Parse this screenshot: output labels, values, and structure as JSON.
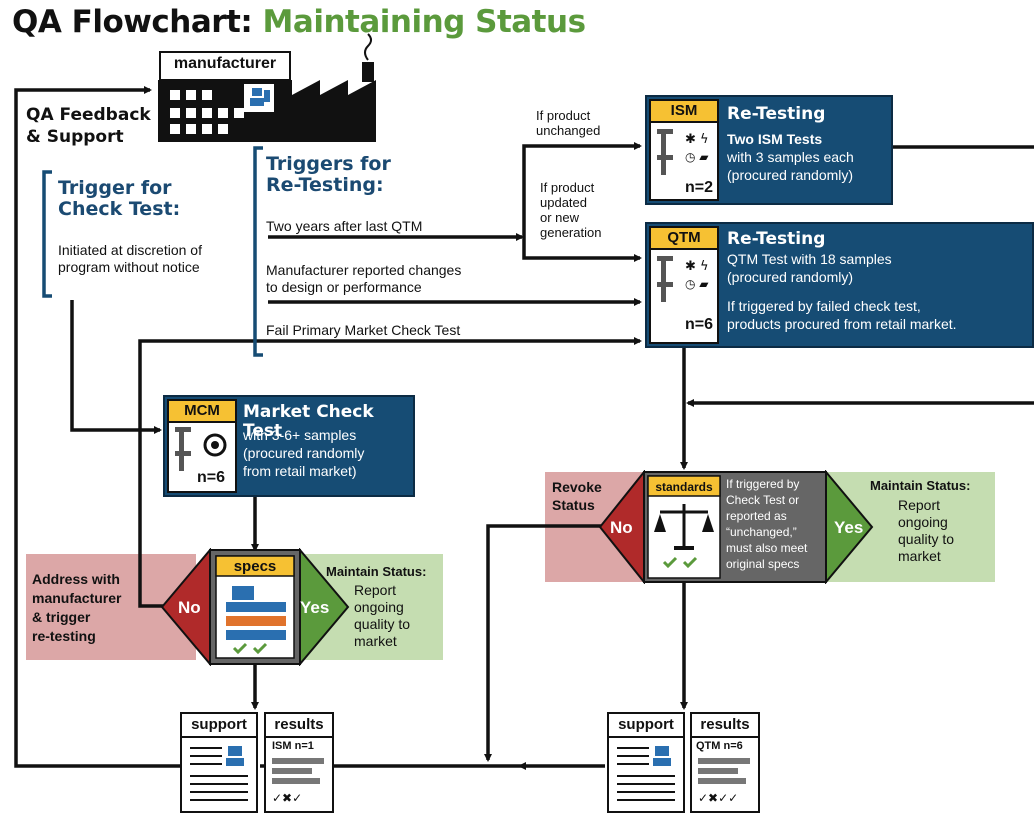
{
  "title": {
    "part1": "QA Flowchart:",
    "part2": "Maintaining Status"
  },
  "manufacturer": {
    "label": "manufacturer"
  },
  "feedback": {
    "line1": "QA Feedback",
    "line2": "& Support"
  },
  "trigger_check": {
    "title_line1": "Trigger for",
    "title_line2": "Check Test:",
    "desc_line1": "Initiated at discretion of",
    "desc_line2": "program without notice"
  },
  "triggers_retest": {
    "title_line1": "Triggers for",
    "title_line2": "Re-Testing:",
    "item1": "Two years after last QTM",
    "item2_line1": "Manufacturer reported changes",
    "item2_line2": "to design or performance",
    "item3": "Fail Primary Market Check Test"
  },
  "branch": {
    "unchanged_line1": "If product",
    "unchanged_line2": "unchanged",
    "updated_line1": "If product",
    "updated_line2": "updated",
    "updated_line3": "or new",
    "updated_line4": "generation"
  },
  "ism_box": {
    "tag": "ISM",
    "n": "n=2",
    "heading": "Re-Testing",
    "sub": "Two ISM Tests",
    "line1": "with 3 samples each",
    "line2": "(procured randomly)"
  },
  "qtm_box": {
    "tag": "QTM",
    "n": "n=6",
    "heading": "Re-Testing",
    "line1": "QTM Test with 18 samples",
    "line2": "(procured randomly)",
    "line3": "If triggered by failed check test,",
    "line4": "products procured from retail market."
  },
  "mcm_box": {
    "tag": "MCM",
    "n": "n=6",
    "heading": "Market Check Test",
    "line1": "with 3-6+ samples",
    "line2": "(procured randomly",
    "line3": "from retail market)"
  },
  "specs_decision": {
    "tag": "specs",
    "no": "No",
    "yes": "Yes",
    "address_line1": "Address with",
    "address_line2": "manufacturer",
    "address_line3": "& trigger",
    "address_line4": "re-testing",
    "maintain_title": "Maintain Status:",
    "maintain_line1": "Report",
    "maintain_line2": "ongoing",
    "maintain_line3": "quality to",
    "maintain_line4": "market"
  },
  "standards_decision": {
    "tag": "standards",
    "no": "No",
    "yes": "Yes",
    "revoke_line1": "Revoke",
    "revoke_line2": "Status",
    "note_line1": "If triggered by",
    "note_line2": "Check Test or",
    "note_line3": "reported as",
    "note_line4": "“unchanged,”",
    "note_line5": "must also meet",
    "note_line6": "original specs",
    "maintain_title": "Maintain Status:",
    "maintain_line1": "Report",
    "maintain_line2": "ongoing",
    "maintain_line3": "quality to",
    "maintain_line4": "market"
  },
  "docs_left": {
    "support": "support",
    "results": "results",
    "results_sub": "ISM n=1"
  },
  "docs_right": {
    "support": "support",
    "results": "results",
    "results_sub": "QTM n=6"
  },
  "colors": {
    "blue": "#164c74",
    "yellow": "#f6c133",
    "red": "#b02a2a",
    "green": "#5b9a3c",
    "pink": "#dca7a7",
    "lightgreen": "#c5ddb1"
  }
}
